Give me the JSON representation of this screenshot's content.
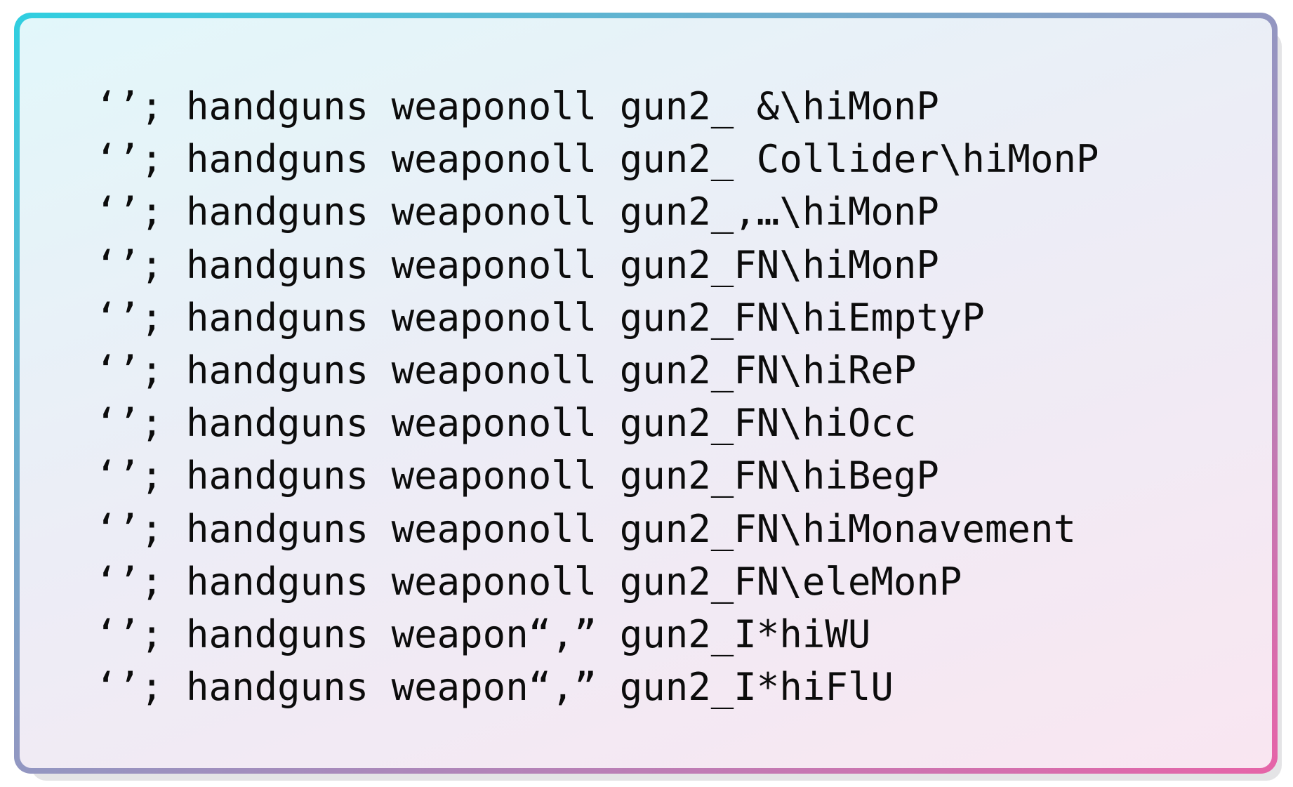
{
  "code_block": {
    "lines": [
      "‘’; handguns weaponoll gun2_ &\\hiMonP",
      "‘’; handguns weaponoll gun2_ Collider\\hiMonP",
      "‘’; handguns weaponoll gun2_,…\\hiMonP",
      "‘’; handguns weaponoll gun2_FN\\hiMonP",
      "‘’; handguns weaponoll gun2_FN\\hiEmptyP",
      "‘’; handguns weaponoll gun2_FN\\hiReP",
      "‘’; handguns weaponoll gun2_FN\\hiOcc",
      "‘’; handguns weaponoll gun2_FN\\hiBegP",
      "‘’; handguns weaponoll gun2_FN\\hiMonavement",
      "‘’; handguns weaponoll gun2_FN\\eleMonP",
      "‘’; handguns weapon“,” gun2_I*hiWU",
      "‘’; handguns weapon“,” gun2_I*hiFlU"
    ]
  },
  "colors": {
    "border_start": "#2fcfe0",
    "border_end": "#e664a8",
    "text": "#0c0c0c"
  }
}
